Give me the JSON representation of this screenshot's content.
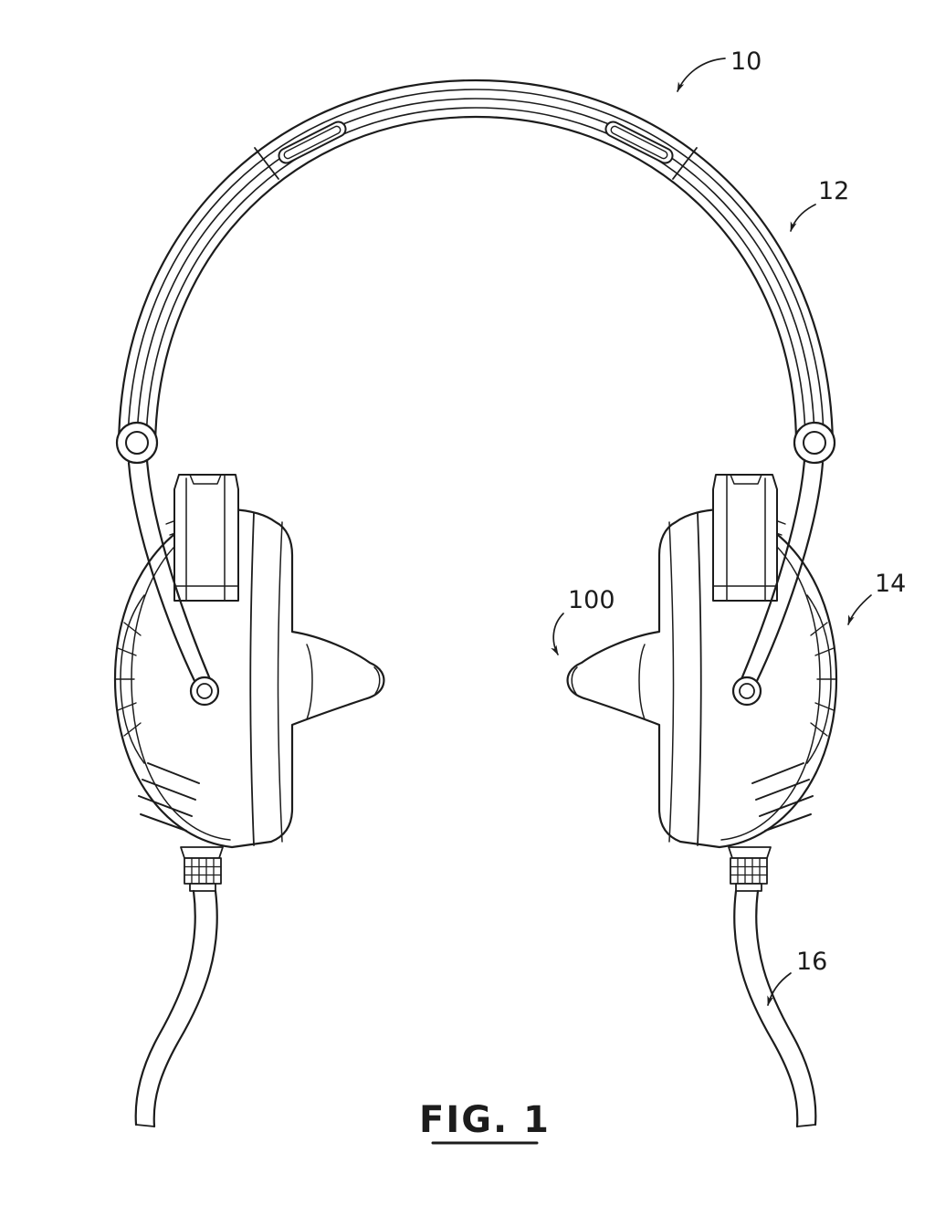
{
  "figure": {
    "caption": "FIG. 1"
  },
  "reference_labels": {
    "headset": "10",
    "headband": "12",
    "earcup": "14",
    "cable": "16",
    "module": "100"
  },
  "colors": {
    "ink": "#1c1c1c",
    "paper": "#ffffff"
  }
}
